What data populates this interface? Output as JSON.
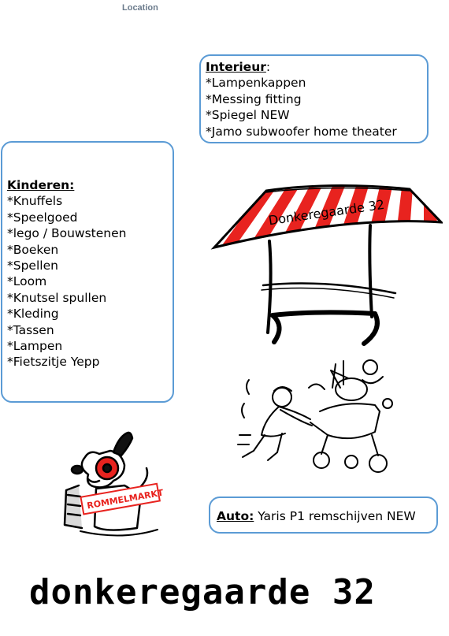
{
  "header": {
    "location": "Location"
  },
  "interieur": {
    "heading": "Interieur",
    "colon": ":",
    "items": [
      "*Lampenkappen",
      "*Messing fitting",
      "*Spiegel NEW",
      "*Jamo subwoofer home theater"
    ]
  },
  "kinderen": {
    "heading": "Kinderen:",
    "items": [
      "*Knuffels",
      "*Speelgoed",
      "*lego / Bouwstenen",
      "*Boeken",
      "*Spellen",
      "*Loom",
      "*Knutsel spullen",
      "*Kleding",
      "*Tassen",
      "*Lampen",
      "*Fietszitje Yepp"
    ]
  },
  "auto": {
    "heading": "Auto:",
    "text": " Yaris P1 remschijven NEW"
  },
  "stall": {
    "sign": "Donkeregaarde 32"
  },
  "dog": {
    "sign": "ROMMELMARKT"
  },
  "footer": {
    "title": "donkeregaarde 32"
  },
  "colors": {
    "box_border": "#5b9bd5",
    "awning_red": "#e8231f"
  }
}
